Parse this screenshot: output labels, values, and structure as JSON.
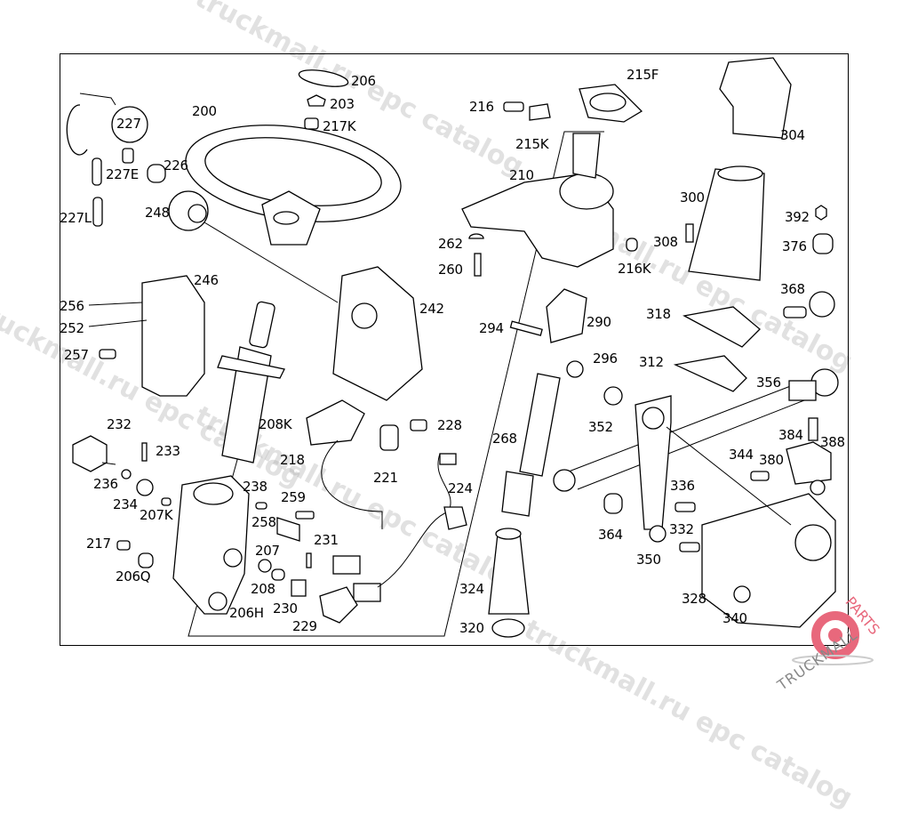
{
  "diagram": {
    "title": "Steering column assembly exploded view",
    "watermarks": [
      "truckmall.ru epc catalog",
      "truckmall.ru epc catalog",
      "truckmall.ru epc catalog",
      "truckmall.ru epc catalog",
      "truckmall.ru epc catalog"
    ],
    "logo": {
      "text_dark": "TRUCKMALL",
      "text_accent": "PARTS",
      "accent_color": "#e8687c"
    },
    "part_labels": [
      {
        "id": "206",
        "name": "label-206"
      },
      {
        "id": "203",
        "name": "label-203"
      },
      {
        "id": "217K",
        "name": "label-217k"
      },
      {
        "id": "200",
        "name": "label-200"
      },
      {
        "id": "227",
        "name": "label-227"
      },
      {
        "id": "226",
        "name": "label-226"
      },
      {
        "id": "227E",
        "name": "label-227e"
      },
      {
        "id": "227L",
        "name": "label-227l"
      },
      {
        "id": "248",
        "name": "label-248"
      },
      {
        "id": "246",
        "name": "label-246"
      },
      {
        "id": "256",
        "name": "label-256"
      },
      {
        "id": "252",
        "name": "label-252"
      },
      {
        "id": "257",
        "name": "label-257"
      },
      {
        "id": "242",
        "name": "label-242"
      },
      {
        "id": "208K",
        "name": "label-208k"
      },
      {
        "id": "228",
        "name": "label-228"
      },
      {
        "id": "218",
        "name": "label-218"
      },
      {
        "id": "221",
        "name": "label-221"
      },
      {
        "id": "224",
        "name": "label-224"
      },
      {
        "id": "232",
        "name": "label-232"
      },
      {
        "id": "233",
        "name": "label-233"
      },
      {
        "id": "236",
        "name": "label-236"
      },
      {
        "id": "234",
        "name": "label-234"
      },
      {
        "id": "207K",
        "name": "label-207k"
      },
      {
        "id": "238",
        "name": "label-238"
      },
      {
        "id": "259",
        "name": "label-259"
      },
      {
        "id": "258",
        "name": "label-258"
      },
      {
        "id": "231",
        "name": "label-231"
      },
      {
        "id": "217",
        "name": "label-217"
      },
      {
        "id": "206Q",
        "name": "label-206q"
      },
      {
        "id": "207",
        "name": "label-207"
      },
      {
        "id": "208",
        "name": "label-208"
      },
      {
        "id": "230",
        "name": "label-230"
      },
      {
        "id": "206H",
        "name": "label-206h"
      },
      {
        "id": "229",
        "name": "label-229"
      },
      {
        "id": "215F",
        "name": "label-215f"
      },
      {
        "id": "216",
        "name": "label-216"
      },
      {
        "id": "215K",
        "name": "label-215k"
      },
      {
        "id": "210",
        "name": "label-210"
      },
      {
        "id": "262",
        "name": "label-262"
      },
      {
        "id": "260",
        "name": "label-260"
      },
      {
        "id": "216K",
        "name": "label-216k"
      },
      {
        "id": "294",
        "name": "label-294"
      },
      {
        "id": "290",
        "name": "label-290"
      },
      {
        "id": "296",
        "name": "label-296"
      },
      {
        "id": "268",
        "name": "label-268"
      },
      {
        "id": "324",
        "name": "label-324"
      },
      {
        "id": "320",
        "name": "label-320"
      },
      {
        "id": "304",
        "name": "label-304"
      },
      {
        "id": "300",
        "name": "label-300"
      },
      {
        "id": "308",
        "name": "label-308"
      },
      {
        "id": "392",
        "name": "label-392"
      },
      {
        "id": "376",
        "name": "label-376"
      },
      {
        "id": "368",
        "name": "label-368"
      },
      {
        "id": "318",
        "name": "label-318"
      },
      {
        "id": "312",
        "name": "label-312"
      },
      {
        "id": "356",
        "name": "label-356"
      },
      {
        "id": "352",
        "name": "label-352"
      },
      {
        "id": "384",
        "name": "label-384"
      },
      {
        "id": "388",
        "name": "label-388"
      },
      {
        "id": "344",
        "name": "label-344"
      },
      {
        "id": "380",
        "name": "label-380"
      },
      {
        "id": "336",
        "name": "label-336"
      },
      {
        "id": "364",
        "name": "label-364"
      },
      {
        "id": "332",
        "name": "label-332"
      },
      {
        "id": "350",
        "name": "label-350"
      },
      {
        "id": "328",
        "name": "label-328"
      },
      {
        "id": "340",
        "name": "label-340"
      }
    ]
  }
}
